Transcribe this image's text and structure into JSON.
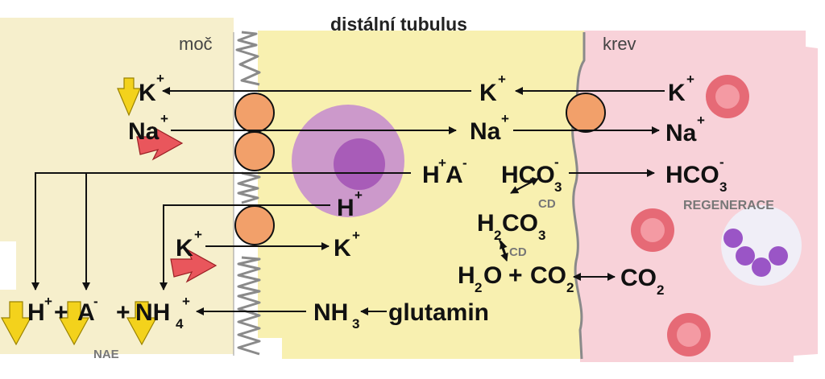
{
  "labels": {
    "tubule": "distální tubulus",
    "urine": "moč",
    "blood": "krev",
    "nae": "NAE",
    "regeneration": "REGENERACE",
    "cd": "CD"
  },
  "species": {
    "k": "K",
    "na": "Na",
    "h": "H",
    "a": "A",
    "hco": "HCO",
    "h2co": "H",
    "co": "CO",
    "h2o_h": "H",
    "h2o_o": "O",
    "co2": "CO",
    "nh": "NH",
    "glutamin": "glutamin",
    "plus_sign": "+",
    "minus_sign": "-",
    "sub_2": "2",
    "sub_3": "3",
    "sub_4": "4"
  },
  "colors": {
    "urine_bg": "#f6efcc",
    "tubule_bg": "#f8f0b0",
    "blood_bg": "#f8d2d9",
    "transporter": "#f2a06a",
    "cell": "#c48ad0",
    "nucleus": "#a85cb8",
    "rbc": "#e66a76",
    "yellow_arrow": "#f3d21c",
    "red_arrow": "#e9565c",
    "membrane": "#888888"
  }
}
